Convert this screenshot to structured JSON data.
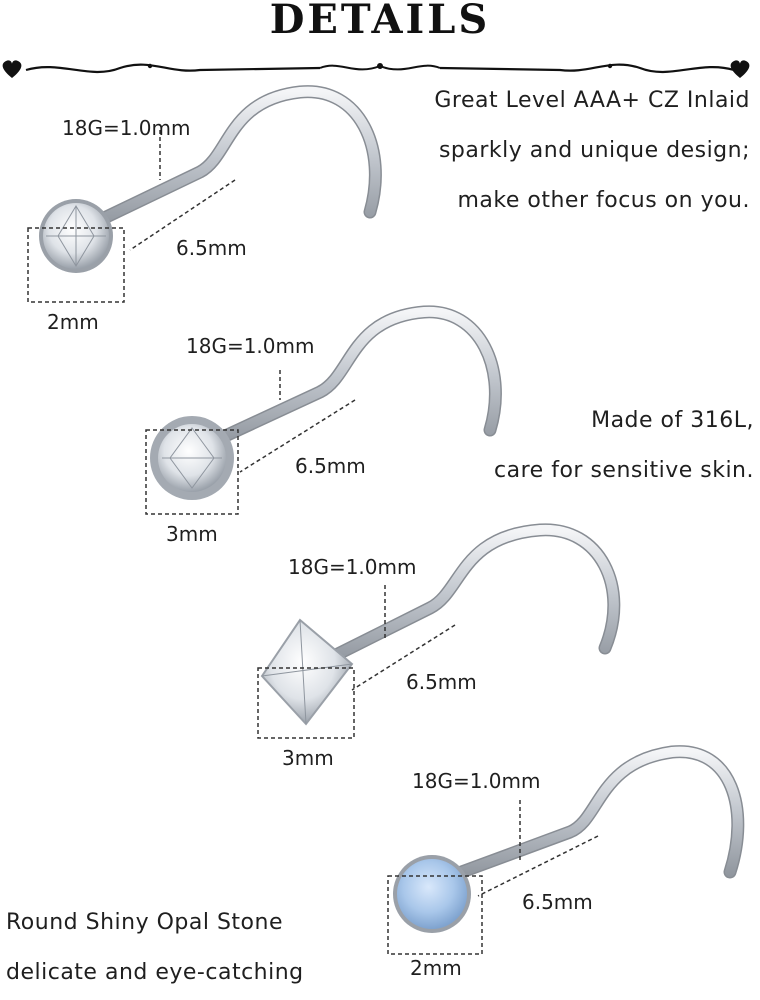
{
  "header": {
    "title": "DETAILS"
  },
  "descriptions": {
    "cz": [
      "Great Level AAA+ CZ Inlaid",
      "sparkly and unique design;",
      "make other focus on you."
    ],
    "material": [
      "Made of 316L,",
      "care for sensitive skin."
    ],
    "opal": [
      "Round Shiny Opal Stone",
      "delicate and eye-catching"
    ]
  },
  "studs": [
    {
      "gauge": "18G=1.0mm",
      "length": "6.5mm",
      "size": "2mm",
      "stone": "round-prong-cz"
    },
    {
      "gauge": "18G=1.0mm",
      "length": "6.5mm",
      "size": "3mm",
      "stone": "round-bezel-cz"
    },
    {
      "gauge": "18G=1.0mm",
      "length": "6.5mm",
      "size": "3mm",
      "stone": "square-cz"
    },
    {
      "gauge": "18G=1.0mm",
      "length": "6.5mm",
      "size": "2mm",
      "stone": "opal"
    }
  ],
  "colors": {
    "metal": "#c8ccd2",
    "cz": "#e8ecf0",
    "opal": "#a9c7ea",
    "dash": "#333333"
  }
}
